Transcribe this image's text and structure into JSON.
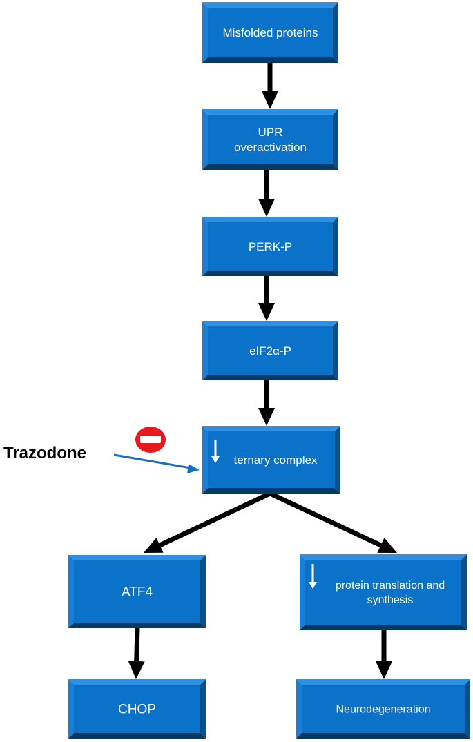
{
  "nodes": {
    "misfolded": {
      "lines": [
        "Misfolded proteins"
      ]
    },
    "upr": {
      "lines": [
        "UPR",
        "overactivation"
      ]
    },
    "perk": {
      "lines": [
        "PERK-P"
      ]
    },
    "eif2a": {
      "lines": [
        "eIF2α-P"
      ]
    },
    "ternary": {
      "lines": [
        "ternary complex"
      ],
      "down_arrow": true
    },
    "atf4": {
      "lines": [
        "ATF4"
      ]
    },
    "translation": {
      "lines": [
        "protein translation and",
        "synthesis"
      ],
      "down_arrow": true
    },
    "chop": {
      "lines": [
        "CHOP"
      ]
    },
    "neuro": {
      "lines": [
        "Neurodegeneration"
      ]
    }
  },
  "inhibitor": {
    "label": "Trazodone",
    "symbol": "inhibition-sign",
    "target": "ternary"
  },
  "edges": [
    [
      "misfolded",
      "upr"
    ],
    [
      "upr",
      "perk"
    ],
    [
      "perk",
      "eif2a"
    ],
    [
      "eif2a",
      "ternary"
    ],
    [
      "ternary",
      "atf4"
    ],
    [
      "ternary",
      "translation"
    ],
    [
      "atf4",
      "chop"
    ],
    [
      "translation",
      "neuro"
    ]
  ],
  "colors": {
    "box_face": "#0a72c8",
    "box_bevel_top": "#2f8fe0",
    "box_bevel_left": "#1a7fd4",
    "box_bevel_right": "#0a4f8c",
    "box_bevel_bottom": "#063a66",
    "arrow": "#000000",
    "inhibitor_arrow": "#1a6fc4",
    "inhibition_red": "#e8181c"
  }
}
